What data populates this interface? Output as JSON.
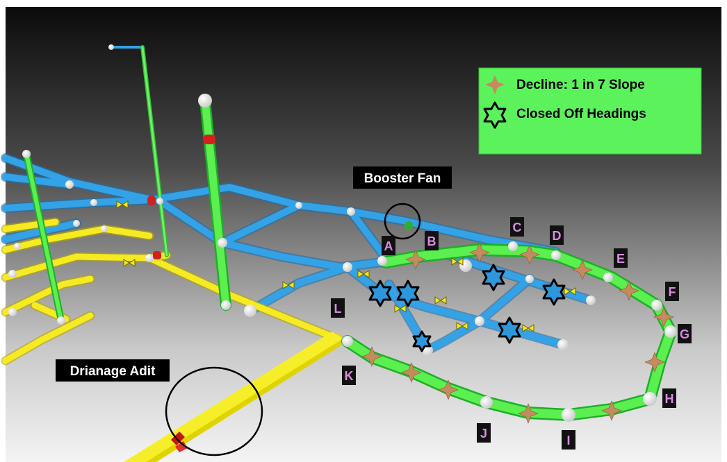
{
  "legend": {
    "decline_label": "Decline: 1 in 7 Slope",
    "closed_label": "Closed Off Headings",
    "decline_icon": "brown-four-point-star-icon",
    "closed_icon": "black-six-point-star-icon"
  },
  "callouts": {
    "booster_fan": "Booster Fan",
    "drainage_adit": "Drianage Adit"
  },
  "station_labels": [
    "A",
    "B",
    "C",
    "D",
    "E",
    "F",
    "G",
    "H",
    "I",
    "J",
    "K",
    "L"
  ],
  "colors": {
    "blue_roadway": "#2e97dc",
    "yellow_roadway": "#f5ea1c",
    "green_decline": "#4cea48",
    "legend_bg": "#5cf25c",
    "label_bg": "#111111",
    "label_text": "#d88be0",
    "decline_marker": "#c58a5d"
  }
}
